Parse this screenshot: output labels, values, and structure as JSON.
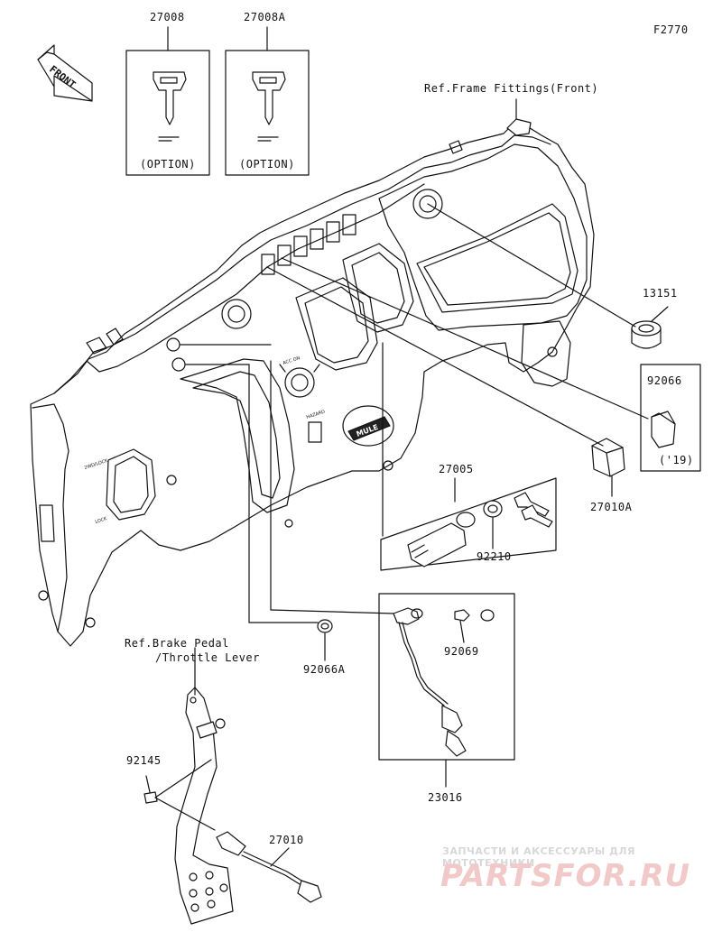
{
  "figure_code": "F2770",
  "direction_label": "FRONT",
  "refs": {
    "frame": "Ref.Frame Fittings(Front)",
    "brake_line1": "Ref.Brake Pedal",
    "brake_line2": "/Throttle Lever"
  },
  "parts": {
    "p27008": "27008",
    "p27008a": "27008A",
    "p13151": "13151",
    "p92066": "92066",
    "p27005": "27005",
    "p27010a": "27010A",
    "p92210": "92210",
    "p92066a": "92066A",
    "p92069": "92069",
    "p23016": "23016",
    "p92145": "92145",
    "p27010": "27010"
  },
  "option_label": "(OPTION)",
  "year_note": "('19)",
  "panel_markings": {
    "ignition": "ACC ON",
    "hazard": "HAZARD",
    "lock": "2WD/LOCK",
    "mode": "LOCK"
  },
  "brand_text": "MULE",
  "watermark": {
    "tagline": "ЗАПЧАСТИ И АКСЕССУАРЫ ДЛЯ МОТОТЕХНИКИ",
    "brand": "PARTSFOR.RU"
  }
}
